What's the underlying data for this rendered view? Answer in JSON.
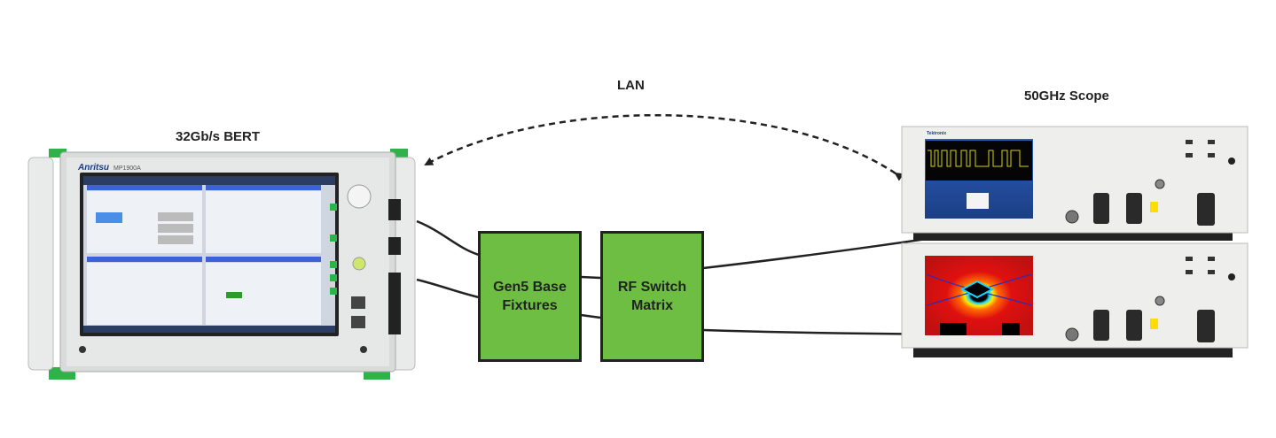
{
  "labels": {
    "lan": "LAN",
    "bert": "32Gb/s BERT",
    "scope": "50GHz Scope"
  },
  "blocks": [
    {
      "line1": "Gen5 Base",
      "line2": "Fixtures"
    },
    {
      "line1": "RF Switch",
      "line2": "Matrix"
    }
  ],
  "logos": {
    "bert_brand": "Anritsu",
    "bert_model": "MP1900A",
    "scope_brand": "Tektronix"
  },
  "colors": {
    "block_fill": "#6fbe44",
    "line": "#222222",
    "bert_bumper": "#2fb24a"
  }
}
